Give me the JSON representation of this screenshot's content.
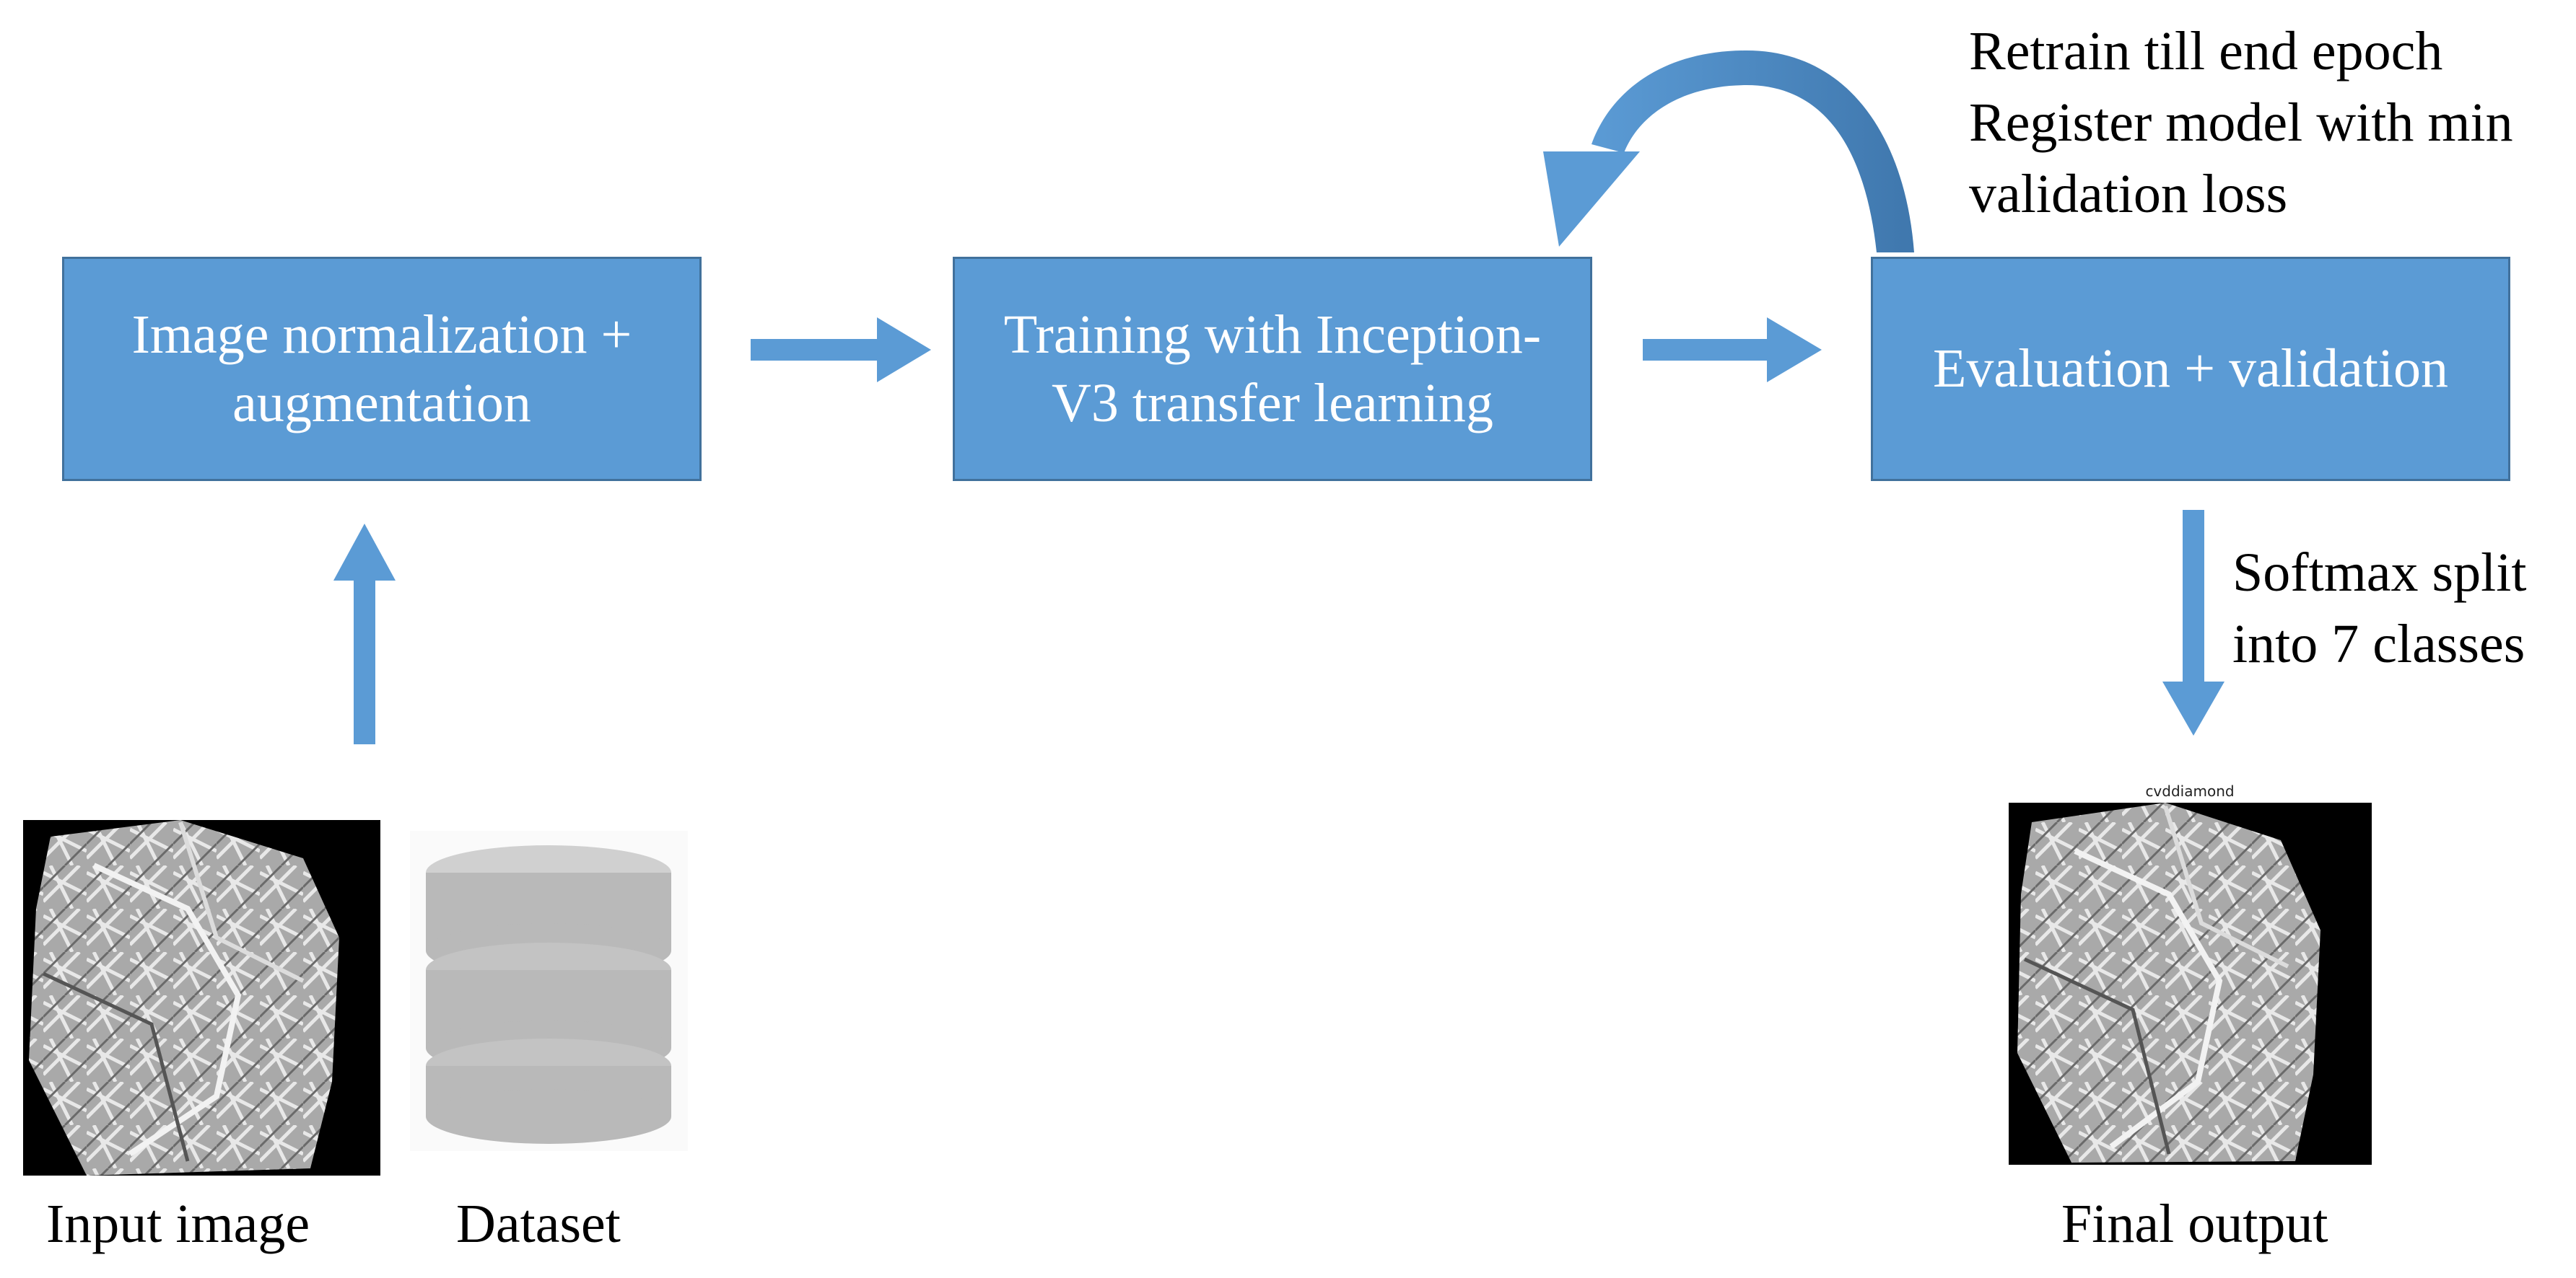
{
  "boxes": {
    "normalization": {
      "line1": "Image normalization +",
      "line2": "augmentation"
    },
    "training": {
      "line1": "Training with Inception-",
      "line2": "V3 transfer learning"
    },
    "evaluation": {
      "line1": "Evaluation + validation"
    }
  },
  "notes": {
    "retrain": {
      "line1": "Retrain till end epoch",
      "line2": "Register model with min",
      "line3": "validation loss"
    },
    "softmax": {
      "line1": "Softmax split",
      "line2": "into 7 classes"
    }
  },
  "labels": {
    "input": "Input image",
    "dataset": "Dataset",
    "final": "Final output"
  },
  "output_image_title": "cvddiamond",
  "icons": {
    "input_image": "diamond-photo",
    "dataset": "database-cylinder-icon",
    "final_image": "diamond-photo"
  },
  "colors": {
    "box_fill": "#5b9bd5",
    "box_border": "#41719c",
    "arrow": "#5b9bd5",
    "curved_arrow_dark": "#3f77ad",
    "text": "#000000",
    "box_text": "#ffffff"
  }
}
